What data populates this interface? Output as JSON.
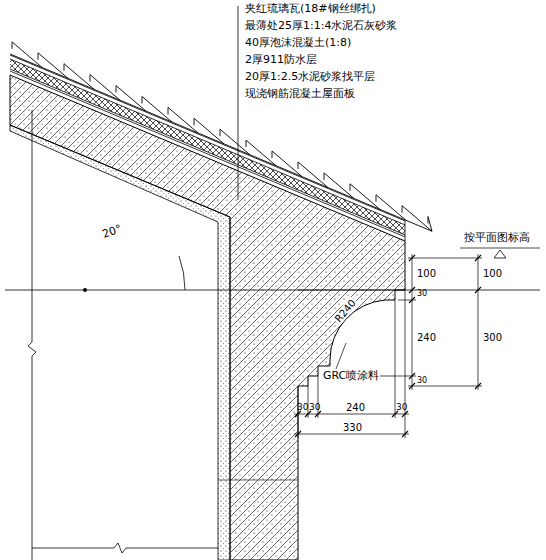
{
  "diagram": {
    "labels": [
      "夹红琉璃瓦(18#钢丝绑扎)",
      "最薄处25厚1:1:4水泥石灰砂浆",
      "40厚泡沫混凝土(1:8)",
      "2厚911防水层",
      "20厚1:2.5水泥砂浆找平层",
      "现浇钢筋混凝土屋面板",
      "按平面图标高",
      "100",
      "100",
      "30",
      "240",
      "300",
      "30",
      "20°",
      "R240",
      "GRC喷涂料",
      "30",
      "30",
      "240",
      "30",
      "330"
    ]
  }
}
